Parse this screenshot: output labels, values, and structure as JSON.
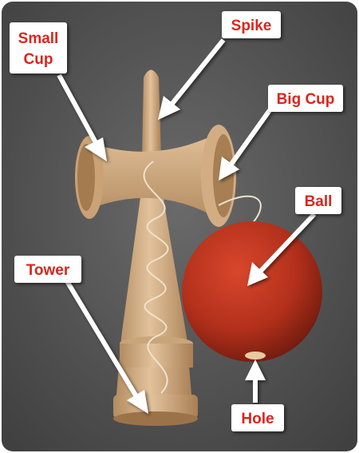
{
  "labels": {
    "small_cup_line1": "Small",
    "small_cup_line2": "Cup",
    "spike": "Spike",
    "big_cup": "Big Cup",
    "ball": "Ball",
    "tower": "Tower",
    "hole": "Hole"
  },
  "colors": {
    "label_text": "#d9251c",
    "label_bg": "#ffffff",
    "arrow": "#ffffff",
    "background": "#5a5a5a",
    "wood": "#d8b48c",
    "ball": "#b8311c"
  }
}
